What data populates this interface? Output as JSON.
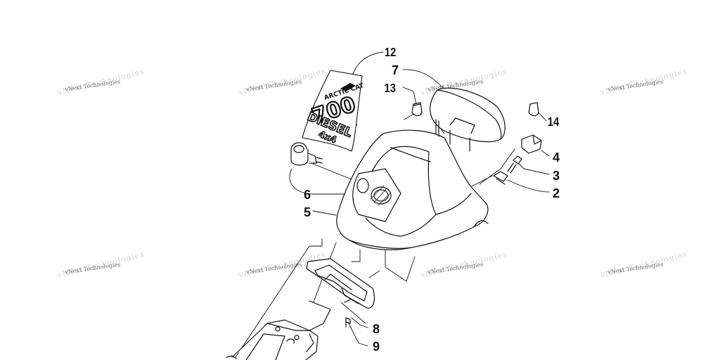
{
  "watermark": {
    "text": "vNext Technologies",
    "ghost_text": "vNext Technologies"
  },
  "decal": {
    "brand": "ARCTIC CAT",
    "model": "700",
    "engine": "DIESEL",
    "drive": "4x4"
  },
  "callouts": {
    "c12": "12",
    "c7": "7",
    "c13": "13",
    "c14": "14",
    "c4": "4",
    "c3": "3",
    "c2": "2",
    "c6": "6",
    "c5": "5",
    "c8": "8",
    "c9": "9"
  }
}
